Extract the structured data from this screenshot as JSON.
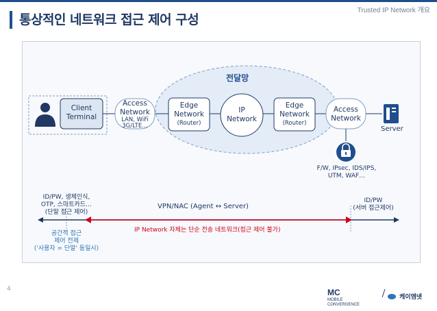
{
  "header": {
    "label": "Trusted IP Network 개요",
    "title": "통상적인 네트워크 접근 제어 구성"
  },
  "diagram": {
    "transit_label": "전달망",
    "client": {
      "line1": "Client",
      "line2": "Terminal"
    },
    "access_left": {
      "line1": "Access",
      "line2": "Network",
      "sub1": "LAN, WiFi",
      "sub2": "3G/LTE…"
    },
    "edge_left": {
      "line1": "Edge",
      "line2": "Network",
      "sub": "(Router)"
    },
    "ip": {
      "line1": "IP",
      "line2": "Network"
    },
    "edge_right": {
      "line1": "Edge",
      "line2": "Network",
      "sub": "(Router)"
    },
    "access_right": {
      "line1": "Access",
      "line2": "Network"
    },
    "server_label": "Server",
    "security_line1": "F/W, IPsec, IDS/IPS,",
    "security_line2": "UTM, WAF…",
    "client_auth_line1": "ID/PW, 생체인식,",
    "client_auth_line2": "OTP, 스마트카드…",
    "client_auth_line3": "(단말 접근 제어)",
    "vpn_label": "VPN/NAC (Agent ↔ Server)",
    "server_auth_line1": "ID/PW",
    "server_auth_line2": "(서버 접근제어)",
    "spatial_line1": "공간적 접근",
    "spatial_line2": "제어 전제",
    "spatial_line3": "('사용자 = 단말' 동일시)",
    "red_label": "IP Network 자체는 단순 전송 네트워크(접근 제어 불가)"
  },
  "footer": {
    "page_number": "4",
    "logo_mc": "MC",
    "logo_mobile": "MOBILE",
    "logo_convergence": "CONVERGENCE",
    "logo_company": "케이엠넷"
  },
  "colors": {
    "navy": "#1f3864",
    "blue": "#2e75b6",
    "red": "#d0021b",
    "light_blue_fill": "#dce6f2"
  }
}
